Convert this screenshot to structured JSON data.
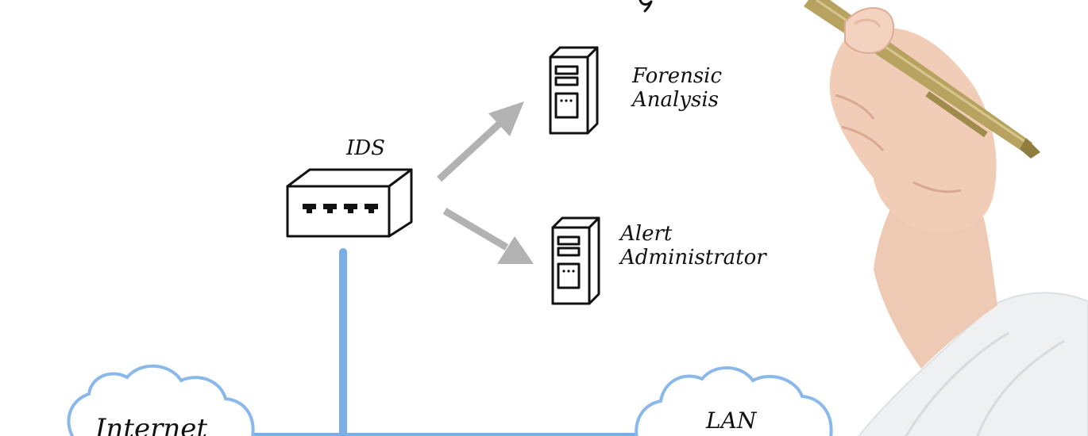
{
  "nodes": {
    "ids": {
      "label": "IDS"
    },
    "forensic": {
      "label_line1": "Forensic",
      "label_line2": "Analysis"
    },
    "alert": {
      "label_line1": "Alert",
      "label_line2": "Administrator"
    },
    "internet": {
      "label": "Internet"
    },
    "lan": {
      "label": "LAN"
    }
  },
  "colors": {
    "link_blue": "#7aaee6",
    "cloud_blue": "#8ab8ea",
    "arrow_gray": "#b2b2b2",
    "ink": "#111111",
    "pen_gold": "#b7a25f",
    "skin": "#eec9b3",
    "sleeve": "#eef0f2"
  },
  "icons": [
    "switch-icon",
    "server-tower-icon",
    "cloud-icon",
    "arrow-icon",
    "hand-with-pen"
  ]
}
